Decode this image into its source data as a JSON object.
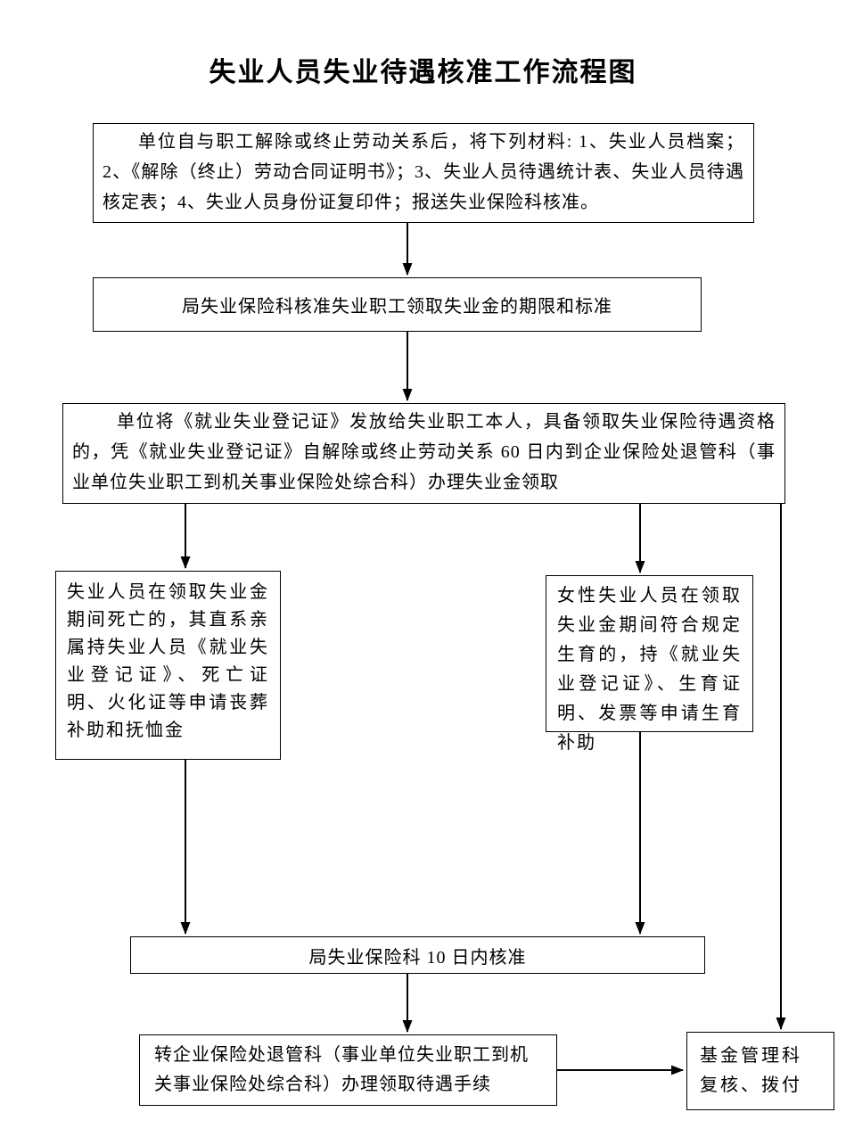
{
  "title": "失业人员失业待遇核准工作流程图",
  "colors": {
    "line": "#000000",
    "background": "#ffffff",
    "text": "#000000"
  },
  "nodes": {
    "unit_submit": {
      "text": "单位自与职工解除或终止劳动关系后，将下列材料: 1、失业人员档案；2、《解除（终止）劳动合同证明书》；3、失业人员待遇统计表、失业人员待遇核定表；4、失业人员身份证复印件；报送失业保险科核准。"
    },
    "bureau_approve": {
      "text": "局失业保险科核准失业职工领取失业金的期限和标准"
    },
    "issue_cert": {
      "text": "单位将《就业失业登记证》发放给失业职工本人，具备领取失业保险待遇资格的，凭《就业失业登记证》自解除或终止劳动关系 60 日内到企业保险处退管科（事业单位失业职工到机关事业保险处综合科）办理失业金领取"
    },
    "death_subsidy": {
      "text": "失业人员在领取失业金期间死亡的，其直系亲属持失业人员《就业失业登记证》、死亡证明、火化证等申请丧葬补助和抚恤金"
    },
    "maternity_subsidy": {
      "text": "女性失业人员在领取失业金期间符合规定生育的，持《就业失业登记证》、生育证明、发票等申请生育补助"
    },
    "ten_day_approve": {
      "text": "局失业保险科 10 日内核准"
    },
    "transfer_procedure": {
      "text": "转企业保险处退管科（事业单位失业职工到机关事业保险处综合科）办理领取待遇手续"
    },
    "fund_review": {
      "text": "基金管理科复核、拨付"
    }
  }
}
